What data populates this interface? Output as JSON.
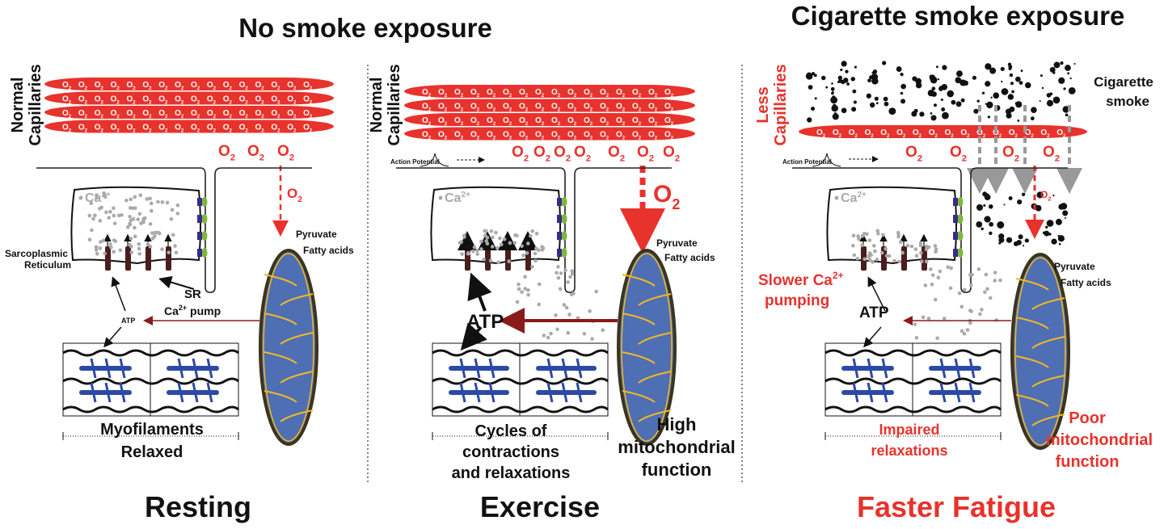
{
  "headings": {
    "no_smoke": "No smoke exposure",
    "smoke": "Cigarette smoke exposure"
  },
  "symbols": {
    "o2_base": "O",
    "o2_sub": "2",
    "ca_base": "Ca",
    "ca_sup": "2+"
  },
  "colors": {
    "capillary": "#e8322c",
    "oxygen_text": "#e8322c",
    "mitochondrion": "#4f6fb5",
    "cristae": "#f2b824",
    "myosin": "#2b4aa5",
    "calcium": "#aaaaaa",
    "smoke": "#111111",
    "smoke_arrow": "#999999",
    "sr_pump": "#4a1e1e"
  },
  "panels": [
    {
      "capillary_label": [
        "Normal",
        "Capillaries"
      ],
      "sr_label": [
        "Sarcoplasmic",
        "Reticulum"
      ],
      "pump_label": [
        "SR",
        "Ca",
        "2+",
        " pump"
      ],
      "atp": "ATP",
      "substrates": [
        "Pyruvate",
        "Fatty acids"
      ],
      "myofilament_label": [
        "Myofilaments",
        "Relaxed"
      ],
      "state": "Resting"
    },
    {
      "capillary_label": [
        "Normal",
        "Capillaries"
      ],
      "action_potential": "Action Potential",
      "atp": "ATP",
      "substrates": [
        "Pyruvate",
        "Fatty acids"
      ],
      "myofilament_label": [
        "Cycles of",
        "contractions",
        "and relaxations"
      ],
      "mito_label": [
        "High",
        "mitochondrial",
        "function"
      ],
      "state": "Exercise"
    },
    {
      "capillary_label": [
        "Less",
        "Capillaries"
      ],
      "smoke_label": [
        "Cigarette",
        "smoke"
      ],
      "action_potential": "Action Potential",
      "pumping_label": [
        "Slower Ca",
        "2+",
        "pumping"
      ],
      "atp": "ATP",
      "substrates": [
        "Pyruvate",
        "Fatty acids"
      ],
      "myofilament_label": [
        "Impaired",
        "relaxations"
      ],
      "mito_label": [
        "Poor",
        "mitochondrial",
        "function"
      ],
      "state": "Faster Fatigue"
    }
  ]
}
